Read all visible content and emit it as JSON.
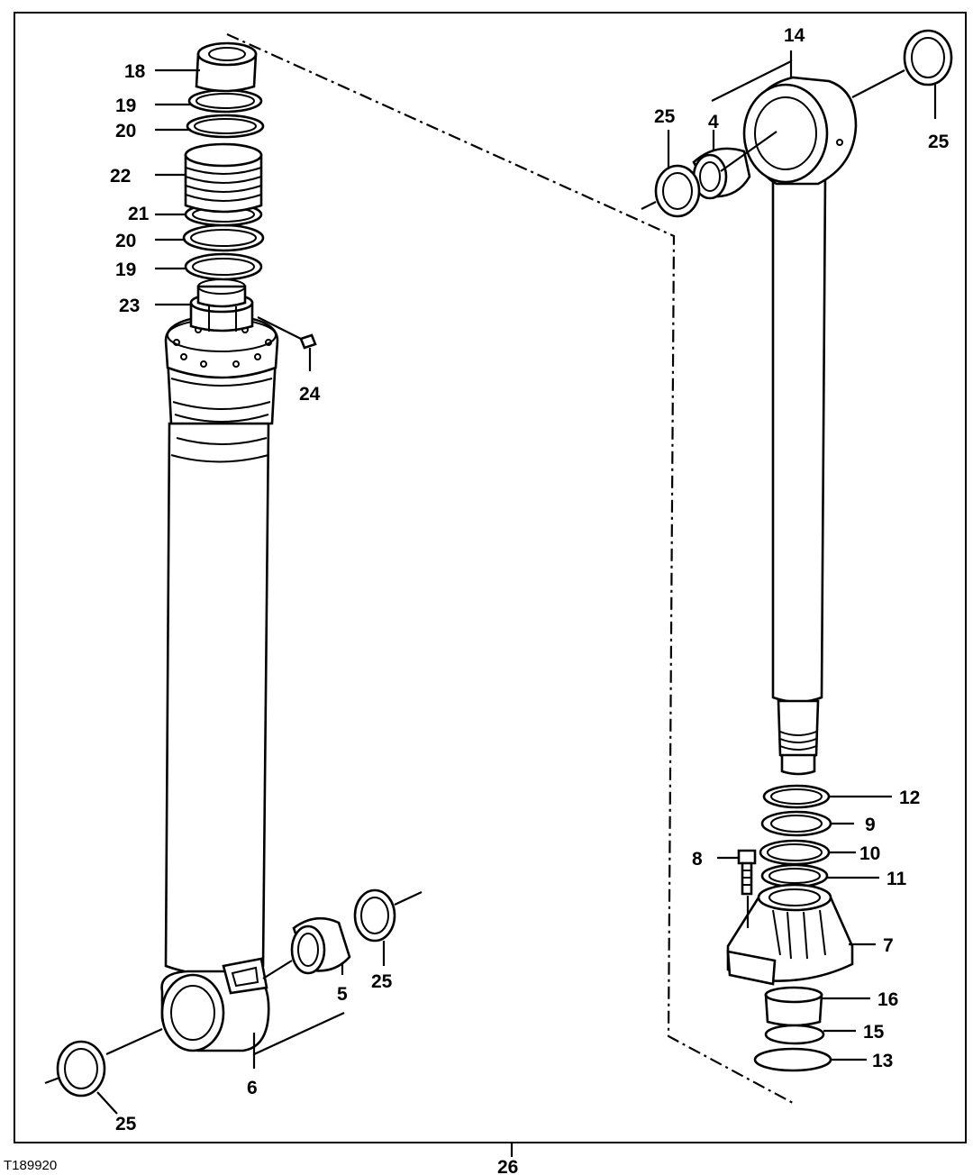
{
  "figure_id": "T189920",
  "page_number": "26",
  "callouts": [
    {
      "id": "c18a",
      "text": "18"
    },
    {
      "id": "c19a",
      "text": "19"
    },
    {
      "id": "c20a",
      "text": "20"
    },
    {
      "id": "c22",
      "text": "22"
    },
    {
      "id": "c21",
      "text": "21"
    },
    {
      "id": "c20b",
      "text": "20"
    },
    {
      "id": "c19b",
      "text": "19"
    },
    {
      "id": "c23",
      "text": "23"
    },
    {
      "id": "c24",
      "text": "24"
    },
    {
      "id": "c14",
      "text": "14"
    },
    {
      "id": "c25a",
      "text": "25"
    },
    {
      "id": "c4",
      "text": "4"
    },
    {
      "id": "c25b",
      "text": "25"
    },
    {
      "id": "c12",
      "text": "12"
    },
    {
      "id": "c9",
      "text": "9"
    },
    {
      "id": "c8",
      "text": "8"
    },
    {
      "id": "c10",
      "text": "10"
    },
    {
      "id": "c11",
      "text": "11"
    },
    {
      "id": "c7",
      "text": "7"
    },
    {
      "id": "c16",
      "text": "16"
    },
    {
      "id": "c15",
      "text": "15"
    },
    {
      "id": "c13",
      "text": "13"
    },
    {
      "id": "c25c",
      "text": "25"
    },
    {
      "id": "c5",
      "text": "5"
    },
    {
      "id": "c6",
      "text": "6"
    },
    {
      "id": "c25d",
      "text": "25"
    }
  ]
}
